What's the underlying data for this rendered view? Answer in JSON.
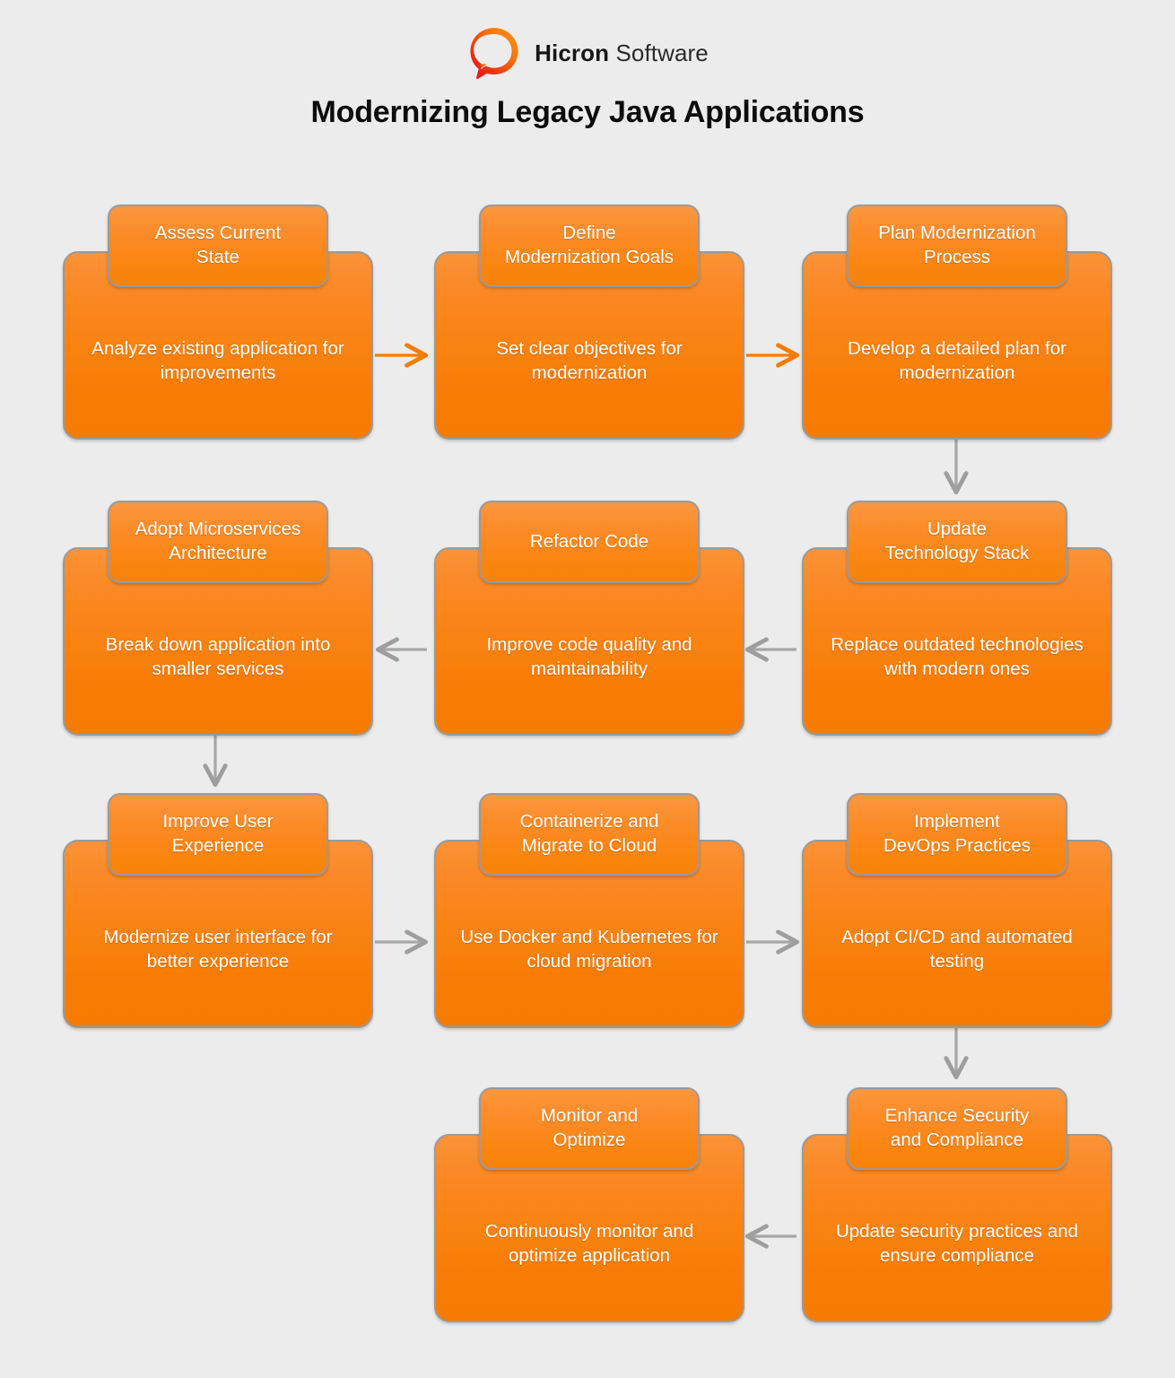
{
  "brand": {
    "logo_icon": "hicron-ring-logo",
    "name_bold": "Hicron",
    "name_light": "Software"
  },
  "page": {
    "title": "Modernizing Legacy Java Applications",
    "background_color": "#ececec"
  },
  "theme": {
    "node_fill_top": "#fb9238",
    "node_fill_bottom": "#f57c00",
    "node_border": "#9a9a9a",
    "node_text": "#ffffff",
    "arrow_orange": "#f57c00",
    "arrow_gray": "#9e9e9e",
    "title_color": "#0b0b0b"
  },
  "diagram": {
    "type": "flowchart",
    "flow_direction": "serpentine-left-to-right-then-right-to-left",
    "columns": 3,
    "rows": 4,
    "nodes": [
      {
        "id": "n1",
        "row": 1,
        "col": 1,
        "title": "Assess Current\nState",
        "title_lines": [
          "Assess Current",
          "State"
        ],
        "description": "Analyze existing application for improvements"
      },
      {
        "id": "n2",
        "row": 1,
        "col": 2,
        "title": "Define\nModernization Goals",
        "title_lines": [
          "Define",
          "Modernization Goals"
        ],
        "description": "Set clear objectives for modernization"
      },
      {
        "id": "n3",
        "row": 1,
        "col": 3,
        "title": "Plan Modernization\nProcess",
        "title_lines": [
          "Plan Modernization",
          "Process"
        ],
        "description": "Develop a detailed plan for modernization"
      },
      {
        "id": "n4",
        "row": 2,
        "col": 3,
        "title": "Update\nTechnology Stack",
        "title_lines": [
          "Update",
          "Technology Stack"
        ],
        "description": "Replace outdated technologies with modern ones"
      },
      {
        "id": "n5",
        "row": 2,
        "col": 2,
        "title": "Refactor Code",
        "title_lines": [
          "Refactor Code"
        ],
        "description": "Improve code quality and maintainability"
      },
      {
        "id": "n6",
        "row": 2,
        "col": 1,
        "title": "Adopt Microservices\nArchitecture",
        "title_lines": [
          "Adopt Microservices",
          "Architecture"
        ],
        "description": "Break down application into smaller services"
      },
      {
        "id": "n7",
        "row": 3,
        "col": 1,
        "title": "Improve User\nExperience",
        "title_lines": [
          "Improve User",
          "Experience"
        ],
        "description": "Modernize user interface for better experience"
      },
      {
        "id": "n8",
        "row": 3,
        "col": 2,
        "title": "Containerize and\nMigrate to Cloud",
        "title_lines": [
          "Containerize and",
          "Migrate to Cloud"
        ],
        "description": "Use Docker and Kubernetes for cloud migration"
      },
      {
        "id": "n9",
        "row": 3,
        "col": 3,
        "title": "Implement\nDevOps Practices",
        "title_lines": [
          "Implement",
          "DevOps Practices"
        ],
        "description": "Adopt CI/CD and automated testing"
      },
      {
        "id": "n10",
        "row": 4,
        "col": 3,
        "title": "Enhance Security\nand Compliance",
        "title_lines": [
          "Enhance Security",
          "and Compliance"
        ],
        "description": "Update security practices and ensure compliance"
      },
      {
        "id": "n11",
        "row": 4,
        "col": 2,
        "title": "Monitor and\nOptimize",
        "title_lines": [
          "Monitor and",
          "Optimize"
        ],
        "description": "Continuously monitor and optimize application"
      }
    ],
    "edges": [
      {
        "from": "n1",
        "to": "n2",
        "direction": "right",
        "color": "#f57c00"
      },
      {
        "from": "n2",
        "to": "n3",
        "direction": "right",
        "color": "#f57c00"
      },
      {
        "from": "n3",
        "to": "n4",
        "direction": "down",
        "color": "#9e9e9e"
      },
      {
        "from": "n4",
        "to": "n5",
        "direction": "left",
        "color": "#9e9e9e"
      },
      {
        "from": "n5",
        "to": "n6",
        "direction": "left",
        "color": "#9e9e9e"
      },
      {
        "from": "n6",
        "to": "n7",
        "direction": "down",
        "color": "#9e9e9e"
      },
      {
        "from": "n7",
        "to": "n8",
        "direction": "right",
        "color": "#9e9e9e"
      },
      {
        "from": "n8",
        "to": "n9",
        "direction": "right",
        "color": "#9e9e9e"
      },
      {
        "from": "n9",
        "to": "n10",
        "direction": "down",
        "color": "#9e9e9e"
      },
      {
        "from": "n10",
        "to": "n11",
        "direction": "left",
        "color": "#9e9e9e"
      }
    ]
  }
}
